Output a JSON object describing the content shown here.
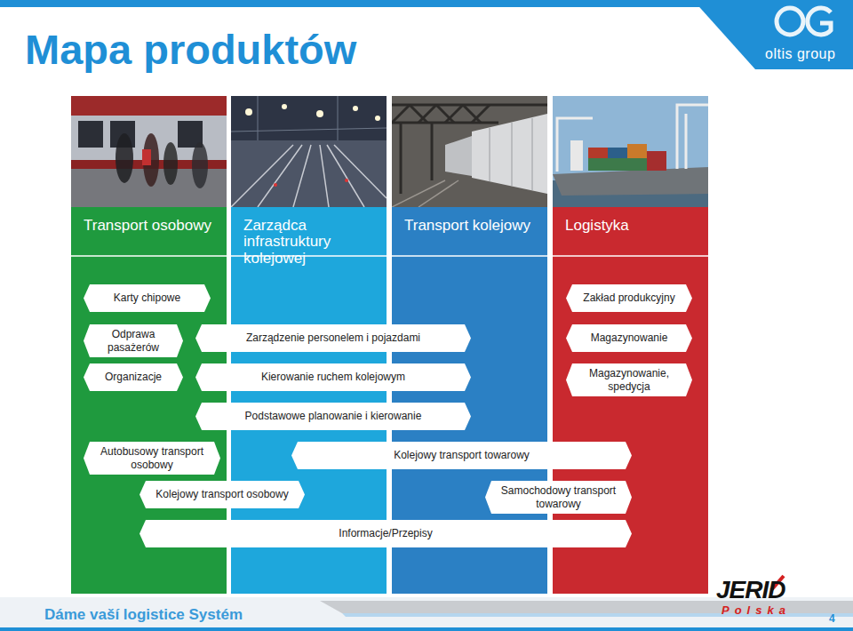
{
  "diagram": {
    "title": "Mapa produktów",
    "nodes": [
      {
        "text": [
          "Transport osobowy"
        ]
      },
      {
        "text": [
          "Zarządca infrastruktury kolejowej"
        ]
      },
      {
        "text": [
          "Transport kolejowy"
        ]
      },
      {
        "text": [
          "Logistyka"
        ]
      },
      {
        "text": [
          "Karty chipowe"
        ],
        "in": 0
      },
      {
        "text": [
          "Zakład produkcyjny"
        ],
        "in": 3
      },
      {
        "text": [
          "Odprawa pasażerów"
        ],
        "in": 0
      },
      {
        "text": [
          "Zarządzenie personelem i pojazdami"
        ]
      },
      {
        "text": [
          "Magazynowanie"
        ],
        "in": 3
      },
      {
        "text": [
          "Organizacje"
        ],
        "in": 0
      },
      {
        "text": [
          "Kierowanie ruchem kolejowym"
        ]
      },
      {
        "text": [
          "Magazynowanie, spedycja"
        ],
        "in": 3
      },
      {
        "text": [
          "Podstawowe planowanie i kierowanie"
        ]
      },
      {
        "text": [
          "Autobusowy transport osobowy"
        ],
        "in": 0
      },
      {
        "text": [
          "Kolejowy transport towarowy"
        ]
      },
      {
        "text": [
          "Kolejowy transport osobowy"
        ]
      },
      {
        "text": [
          "Samochodowy transport towarowy"
        ]
      },
      {
        "text": [
          "Informacje/Przepisy"
        ]
      }
    ],
    "labels": [
      "oltis group",
      "Dáme vaší logistice Systém",
      "JERID",
      "Polska",
      "4"
    ]
  }
}
